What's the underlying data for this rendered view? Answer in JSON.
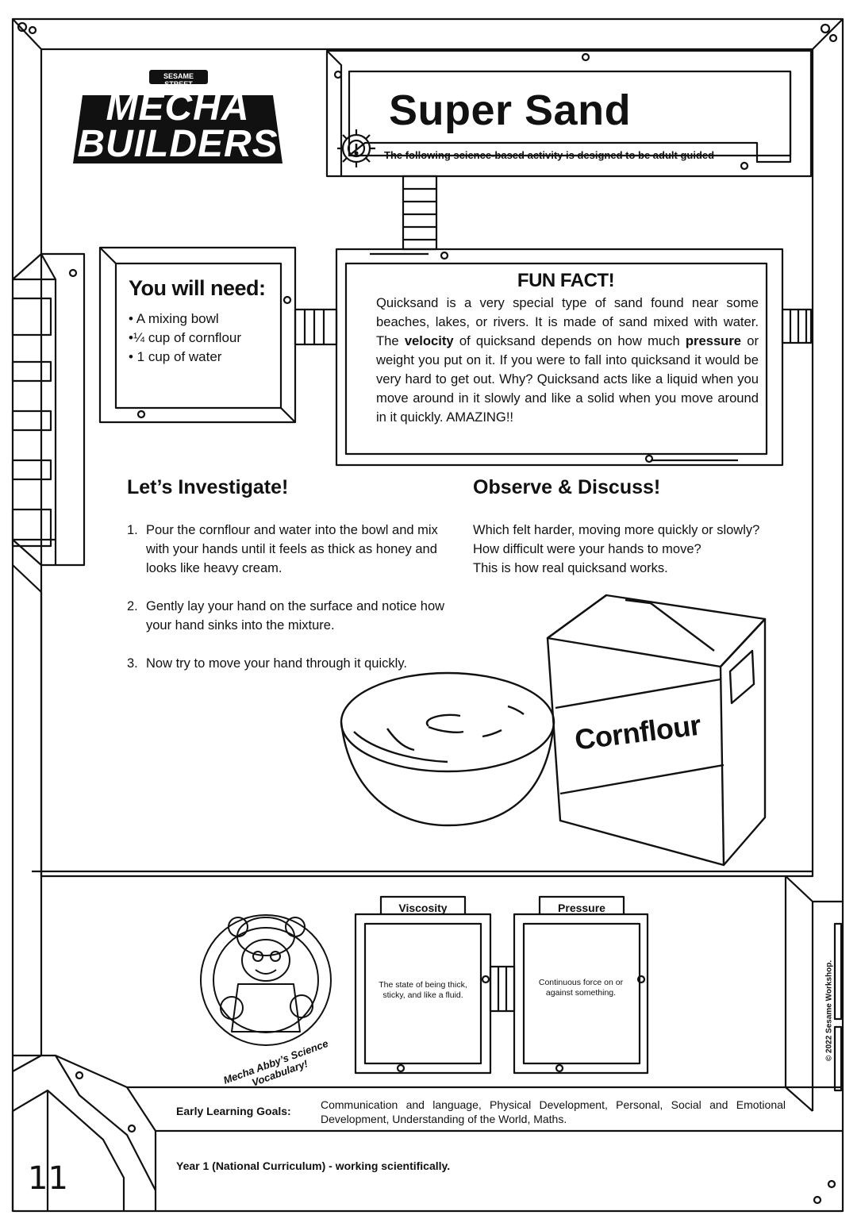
{
  "logo": {
    "brand": "SESAME STREET",
    "line1": "MECHA",
    "line2": "BUILDERS"
  },
  "header": {
    "title": "Super Sand",
    "subtitle": "The following science-based activity is designed to be adult guided"
  },
  "needs": {
    "title": "You will need:",
    "items": [
      "• A mixing bowl",
      "•¼ cup of cornflour",
      "• 1 cup of water"
    ]
  },
  "fun_fact": {
    "title": "FUN FACT!",
    "p1": "Quicksand is a very special type of sand found near some beaches, lakes, or rivers. It is made of sand mixed with water. The ",
    "bold1": "velocity",
    "p2": " of quicksand depends on how much ",
    "bold2": "pressure",
    "p3": " or weight you put on it.  If you were to fall into quicksand it would be very hard to get out. Why?  Quicksand acts like a liquid when you move around in it slowly and like a solid when you move around in it quickly.  AMAZING!!"
  },
  "investigate": {
    "title": "Let’s Investigate!",
    "steps": [
      {
        "num": "1.",
        "text": "Pour the cornflour and water into the bowl and mix with your hands until it feels as thick as honey and looks like heavy cream."
      },
      {
        "num": "2.",
        "text": "Gently lay your hand on the surface and notice how your hand sinks into the mixture."
      },
      {
        "num": "3.",
        "text": "Now try to move your hand through it quickly."
      }
    ]
  },
  "observe": {
    "title": "Observe & Discuss!",
    "lines": [
      "Which felt harder, moving more quickly or slowly?",
      "How difficult were your hands to move?",
      "This is how real quicksand works."
    ]
  },
  "illustration": {
    "box_label": "Cornflour"
  },
  "vocabulary": {
    "badge": "Mecha Abby’s Science Vocabulary!",
    "cards": [
      {
        "term": "Viscosity",
        "definition": "The state of being thick, sticky, and like a fluid."
      },
      {
        "term": "Pressure",
        "definition": "Continuous force on or against something."
      }
    ]
  },
  "footer": {
    "goals_label": "Early Learning Goals:",
    "goals_text": "Communication and language, Physical Development, Personal, Social and Emotional Development, Understanding of the World, Maths.",
    "year": "Year 1 (National Curriculum) - working scientifically.",
    "copyright": "© 2022 Sesame Workshop.",
    "page_number": "11"
  }
}
